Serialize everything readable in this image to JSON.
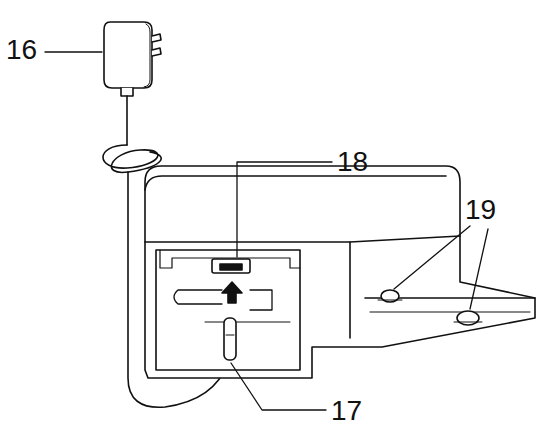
{
  "diagram": {
    "labels": [
      "16",
      "18",
      "19",
      "17"
    ]
  }
}
